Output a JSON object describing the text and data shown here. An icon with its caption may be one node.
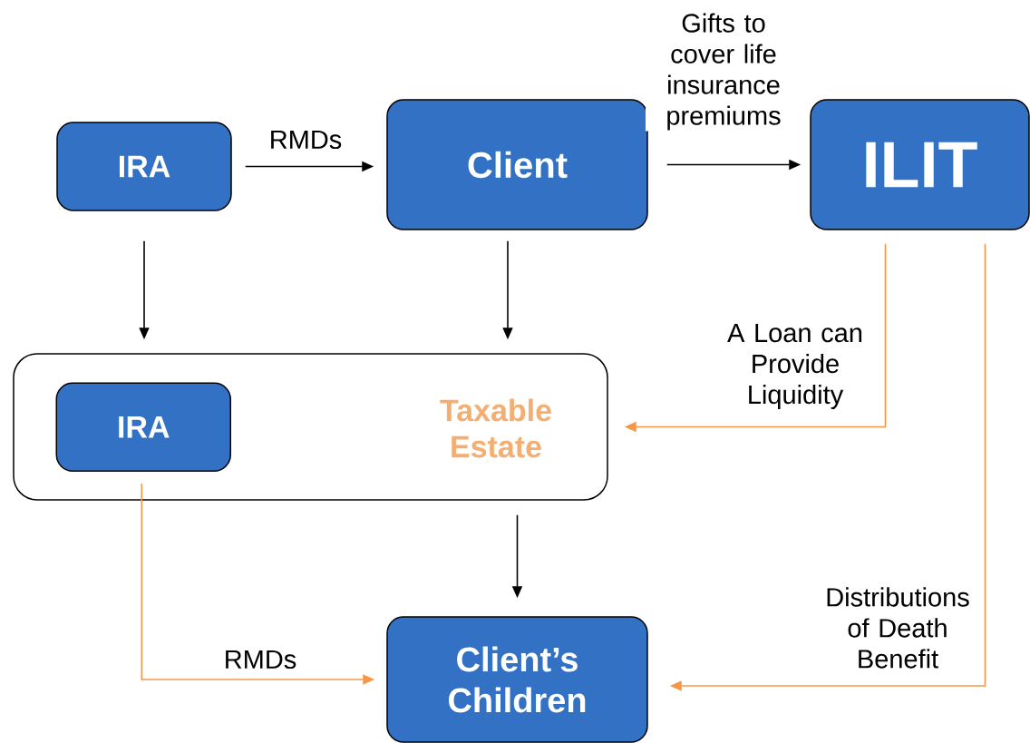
{
  "diagram": {
    "nodes": [
      {
        "text": [
          "IRA"
        ]
      },
      {
        "text": [
          "Client"
        ]
      },
      {
        "text": [
          "ILIT"
        ]
      },
      {
        "text": [
          "Taxable Estate"
        ]
      },
      {
        "text": [
          "IRA"
        ],
        "in": 3
      },
      {
        "text": [
          "Client’s Children"
        ]
      }
    ],
    "edges": [
      {
        "from": 0,
        "to": 1,
        "arrow": "to",
        "label": "RMDs"
      },
      {
        "from": 1,
        "to": 2,
        "arrow": "to",
        "label": "Gifts to cover life insurance premiums"
      },
      {
        "from": 0,
        "to": 3,
        "arrow": "to"
      },
      {
        "from": 1,
        "to": 3,
        "arrow": "to"
      },
      {
        "from": 2,
        "to": 3,
        "arrow": "to",
        "label": "A Loan can Provide Liquidity",
        "color": "#f79646"
      },
      {
        "from": 3,
        "to": 5,
        "arrow": "to"
      },
      {
        "from": 4,
        "to": 5,
        "arrow": "to",
        "label": "RMDs",
        "color": "#f79646"
      },
      {
        "from": 2,
        "to": 5,
        "arrow": "to",
        "label": "Distributions of Death Benefit",
        "color": "#f79646"
      }
    ]
  }
}
